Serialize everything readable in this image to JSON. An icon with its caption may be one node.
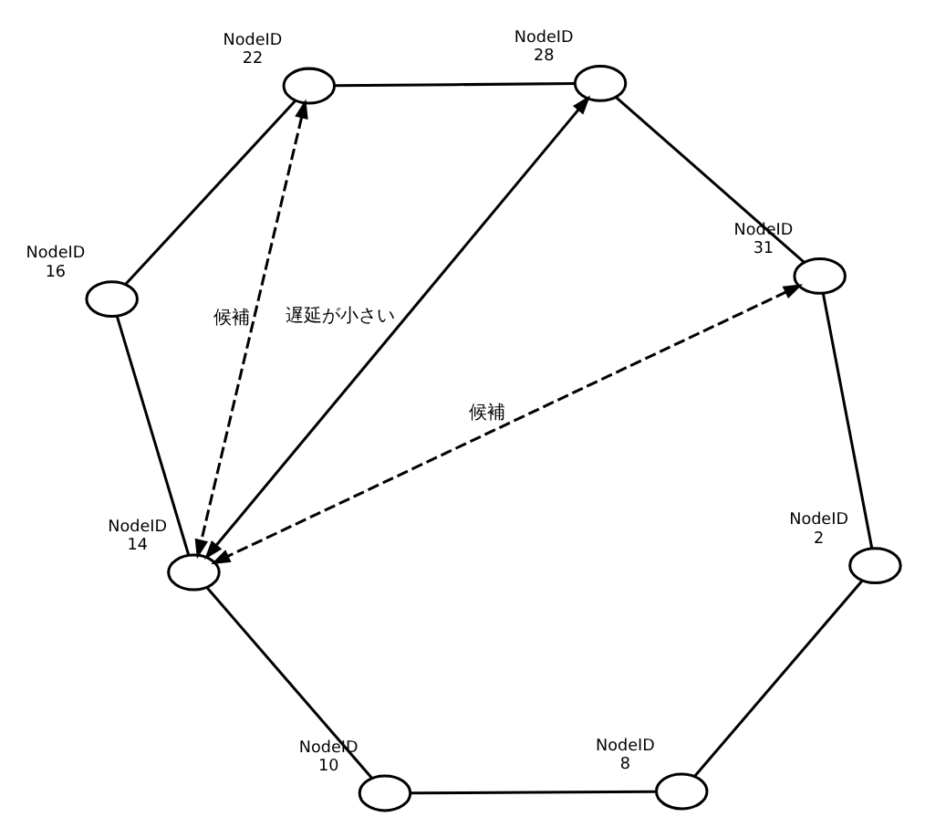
{
  "diagram": {
    "nodes": [
      {
        "text": [],
        "shape": "ellipse",
        "beside": [
          "NodeID",
          "31"
        ]
      },
      {
        "text": [],
        "shape": "ellipse",
        "beside": [
          "NodeID",
          "2"
        ]
      },
      {
        "text": [],
        "shape": "ellipse",
        "beside": [
          "NodeID",
          "8"
        ]
      },
      {
        "text": [],
        "shape": "ellipse",
        "beside": [
          "NodeID",
          "10"
        ]
      },
      {
        "text": [],
        "shape": "ellipse",
        "beside": [
          "NodeID",
          "14"
        ]
      },
      {
        "text": [],
        "shape": "ellipse",
        "beside": [
          "NodeID",
          "16"
        ]
      },
      {
        "text": [],
        "shape": "ellipse",
        "beside": [
          "NodeID",
          "22"
        ]
      },
      {
        "text": [],
        "shape": "ellipse",
        "beside": [
          "NodeID",
          "28"
        ]
      }
    ],
    "edges": [
      {
        "from": 0,
        "to": 1,
        "arrow": "none"
      },
      {
        "from": 1,
        "to": 2,
        "arrow": "none"
      },
      {
        "from": 2,
        "to": 3,
        "arrow": "none"
      },
      {
        "from": 3,
        "to": 4,
        "arrow": "none"
      },
      {
        "from": 4,
        "to": 5,
        "arrow": "none"
      },
      {
        "from": 5,
        "to": 6,
        "arrow": "none"
      },
      {
        "from": 6,
        "to": 7,
        "arrow": "none"
      },
      {
        "from": 7,
        "to": 0,
        "arrow": "none"
      },
      {
        "from": 0,
        "to": 4,
        "arrow": "both",
        "style": "dashed",
        "label": "候補"
      },
      {
        "from": 7,
        "to": 4,
        "arrow": "both",
        "label": "遅延が小さい"
      },
      {
        "from": 6,
        "to": 4,
        "arrow": "both",
        "style": "dashed",
        "label": "候補"
      }
    ]
  }
}
